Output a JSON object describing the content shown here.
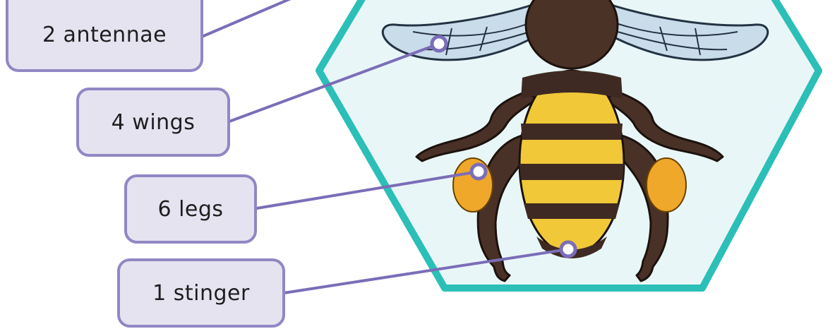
{
  "labels": {
    "antennae": "2 antennae",
    "wings": "4 wings",
    "legs": "6 legs",
    "stinger": "1 stinger"
  },
  "colors": {
    "label_fill": "#e6e3f1",
    "label_border": "#9187c4",
    "connector": "#7b6db8",
    "hexagon_border": "#2bbfb7",
    "hexagon_fill": "#e9f6f7",
    "bee_body": "#3e2a22",
    "bee_stripe": "#f1c837",
    "pollen": "#f0a82a",
    "wing": "#c9dcea"
  }
}
